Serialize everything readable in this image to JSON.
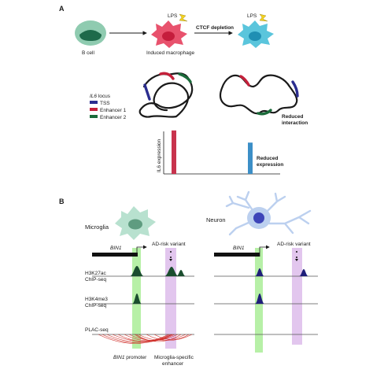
{
  "panel_a": {
    "letter": "A",
    "b_cell_label": "B cell",
    "macrophage_label": "Induced macrophage",
    "lps_label_1": "LPS",
    "lps_label_2": "LPS",
    "ctcf_label": "CTCF depletion",
    "locus_gene": "IL6",
    "locus_suffix": " locus",
    "legend": [
      {
        "label": "TSS",
        "color": "#2b2d8f"
      },
      {
        "label": "Enhancer 1",
        "color": "#c4203a"
      },
      {
        "label": "Enhancer 2",
        "color": "#1b6b3a"
      }
    ],
    "reduced_interaction_1": "Reduced",
    "reduced_interaction_2": "interaction",
    "expression_axis_label": "IL6 expression",
    "reduced_expression_1": "Reduced",
    "reduced_expression_2": "expression",
    "chart_data": {
      "type": "bar",
      "categories": [
        "",
        ""
      ],
      "values": [
        1.0,
        0.72
      ],
      "colors": [
        "#c8334d",
        "#3c8fc7"
      ],
      "ylabel": "IL6 expression",
      "ylim": [
        0,
        1.05
      ]
    }
  },
  "panel_b": {
    "letter": "B",
    "microglia_label": "Microglia",
    "neuron_label": "Neuron",
    "gene_label_left": "BIN1",
    "gene_label_right": "BIN1",
    "variant_label_left": "AD-risk variant",
    "variant_label_right": "AD-risk variant",
    "track_h3k27ac_1": "H3K27ac",
    "track_h3k27ac_2": "ChIP-seq",
    "track_h3k4me3_1": "H3K4me3",
    "track_h3k4me3_2": "ChIP-seq",
    "track_plac": "PLAC-seq",
    "promoter_gene": "BIN1",
    "promoter_suffix": " promoter",
    "enhancer_label_1": "Microglia-specific",
    "enhancer_label_2": "enhancer"
  },
  "colors": {
    "promoter_highlight": "#b7f0a7",
    "enhancer_highlight": "#e2c6ee",
    "peak": "#1a4d2e",
    "neuron_peak": "#1f1f7a",
    "arc": "#d0302b"
  }
}
